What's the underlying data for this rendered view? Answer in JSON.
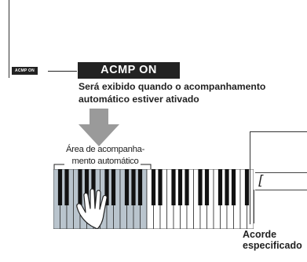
{
  "display": {
    "badge_small": "ACMP ON",
    "indicator_label": "ACMP ON",
    "description_line1": "Será exibido quando o acompanhamento",
    "description_line2": "automático estiver ativado"
  },
  "keyboard_area": {
    "caption_line1": "Área de acompanha-",
    "caption_line2": "mento automático"
  },
  "chord": {
    "caption_line1": "Acorde",
    "caption_line2": "especificado"
  },
  "colors": {
    "badge_bg": "#222222",
    "shaded_keys": "#b9c4cd",
    "arrow": "#9a9a9a"
  },
  "icons": {
    "hand": "hand-icon",
    "arrow": "down-arrow-icon"
  }
}
